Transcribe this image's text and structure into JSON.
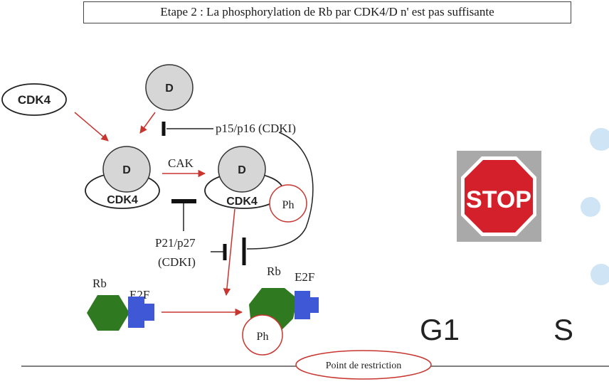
{
  "title": "Etape 2 : La phosphorylation de Rb par CDK4/D n' est pas suffisante",
  "labels": {
    "cdk4_free": "CDK4",
    "cyclin_free": "D",
    "cyclin_bound": "D",
    "cdk4_bound": "CDK4",
    "cak": "CAK",
    "cyclin_active": "D",
    "cdk4_active": "CDK4",
    "ph_cdk": "Ph",
    "p15_p16": "p15/p16 (CDKI)",
    "p21_p27_line1": "P21/p27",
    "p21_p27_line2": "(CDKI)",
    "rb_left": "Rb",
    "e2f_left": "E2F",
    "rb_right": "Rb",
    "e2f_right": "E2F",
    "ph_rb": "Ph",
    "stop": "STOP",
    "g1": "G1",
    "s": "S",
    "restriction_point": "Point de restriction"
  },
  "colors": {
    "arrow_red": "#c8352f",
    "rb_green": "#2f7a21",
    "e2f_blue": "#3e58d6",
    "cyclin_gray": "#d6d6d6",
    "stop_red": "#d4202a",
    "stop_bg": "#a9a9a9",
    "phase_dot": "#cfe4f5"
  },
  "icons": [
    "stop-sign-icon"
  ]
}
